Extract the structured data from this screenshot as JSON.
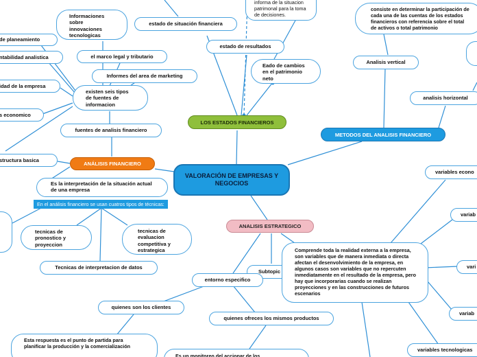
{
  "center": "VALORACIÓN DE EMPRESAS Y NEGOCIOS",
  "branches": {
    "estados": "LOS ESTADOS FINANCIEROS",
    "metodos": "METODOS DEL ANALISIS FINANCIERO",
    "analisis": "ANÁLISIS FINANCIERO",
    "estrategico": "ANALISIS ESTRATEGICO"
  },
  "estados_nodes": {
    "situacion": "estado de situación financiera",
    "resultados": "estado de resultados",
    "cambios": "Eado de cambios en el patrimonio neto",
    "informa": "informa de la situacion patrimonal para la toma de decisiones."
  },
  "metodos_nodes": {
    "vertical": "Analisis vertical",
    "horizontal": "analisis horizontal",
    "vertical_desc": "consiste en determinar la participación de cada una de las cuentas de los estados financieros con referencia sobre el total de activos o total patrimonio"
  },
  "analisis_nodes": {
    "info": "Informaciones sobre innovaciones tecnologicas",
    "planeamiento": "de planeamiento",
    "contabilidad": "ntabilidad analistica",
    "marco": "el marco legal y tributario",
    "marketing": "Informes del area de marketing",
    "calidad": "idad de la empresa",
    "seis": "existen seis tipos de fuentes de informacion",
    "economico": "s economico",
    "fuentes": "fuentes de analisis financiero",
    "estructura": "structura basica",
    "definicion": "Es la interpretación de la situación actual de una empresa",
    "tecnicas_note": "En el análisis financiero se usan cuatros tipos de técnicas:",
    "pronostico": "tecnicas de pronostico y proyeccion",
    "competitiva": "tecnicas de evaluacion competitiva y estrategica",
    "interpretacion": "Tecnicas de interpretacion de datos"
  },
  "estrategico_nodes": {
    "subtopic": "Subtopic",
    "descripcion": "Comprende toda la realidad externa a la empresa, son variables que de manera inmediata o directa afectan el desenvolvimiento de la empresa, en algunos casos son variables que no repercuten inmediatamente en el resultado de la empresa, pero hay que incorporarias cuando se realizan proyecciones y en las construcciones de futuros escenarios",
    "entorno": "entorno especifico",
    "clientes": "quienes son los clientes",
    "ofrecen": "quienes ofreces los mismos productos",
    "respuesta": "Esta respuesta es el punto de partida para planificar la producción y la comercialización",
    "monitoreo": "Es un monitoreo del accionar de los",
    "var_econ": "variables econo",
    "var1": "variab",
    "var2": "vari",
    "var3": "variab",
    "var_tec": "variables tecnologicas"
  }
}
